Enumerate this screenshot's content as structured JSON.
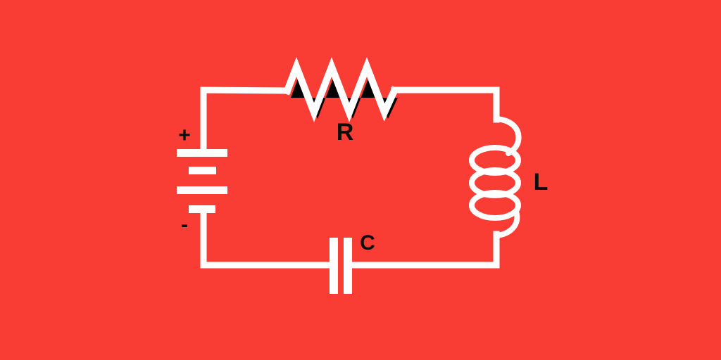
{
  "title": "Series RLC circuit with battery",
  "colors": {
    "bg": "#f93d35",
    "wire": "#ffffff",
    "label": "#0d0d0d",
    "shadow": "#000000"
  },
  "diagram": {
    "battery": {
      "plus_label": "+",
      "minus_label": "-"
    },
    "resistor": {
      "label": "R"
    },
    "inductor": {
      "label": "L"
    },
    "capacitor": {
      "label": "C"
    }
  }
}
